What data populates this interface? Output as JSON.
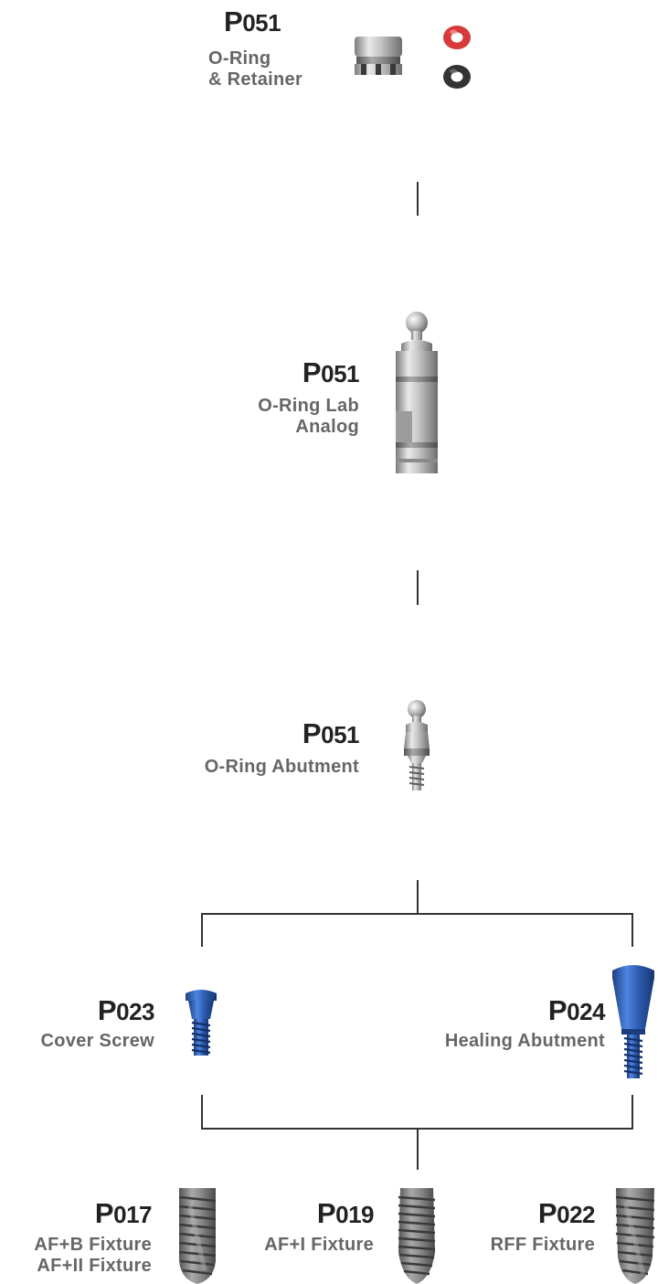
{
  "parts": {
    "retainer": {
      "code_prefix": "P",
      "code_num": "051",
      "name_lines": [
        "O-Ring",
        "& Retainer"
      ]
    },
    "lab_analog": {
      "code_prefix": "P",
      "code_num": "051",
      "name_lines": [
        "O-Ring Lab",
        "Analog"
      ]
    },
    "abutment": {
      "code_prefix": "P",
      "code_num": "051",
      "name_lines": [
        "O-Ring Abutment"
      ]
    },
    "cover_screw": {
      "code_prefix": "P",
      "code_num": "023",
      "name_lines": [
        "Cover Screw"
      ]
    },
    "healing_abutment": {
      "code_prefix": "P",
      "code_num": "024",
      "name_lines": [
        "Healing Abutment"
      ]
    },
    "fixture_p017": {
      "code_prefix": "P",
      "code_num": "017",
      "name_lines": [
        "AF+B Fixture",
        "AF+II Fixture"
      ]
    },
    "fixture_p019": {
      "code_prefix": "P",
      "code_num": "019",
      "name_lines": [
        "AF+I Fixture"
      ]
    },
    "fixture_p022": {
      "code_prefix": "P",
      "code_num": "022",
      "name_lines": [
        "RFF Fixture"
      ]
    }
  },
  "colors": {
    "connector": "#333333",
    "code_text": "#222222",
    "name_text": "#666666",
    "metal": "#b8b8b8",
    "blue_part": "#2f5fb5",
    "o_ring_red": "#d63a3a",
    "o_ring_black": "#333333"
  },
  "icons": [
    "retainer-icon",
    "o-ring-red-icon",
    "o-ring-black-icon",
    "lab-analog-icon",
    "abutment-icon",
    "cover-screw-icon",
    "healing-abutment-icon",
    "fixture-icon"
  ]
}
